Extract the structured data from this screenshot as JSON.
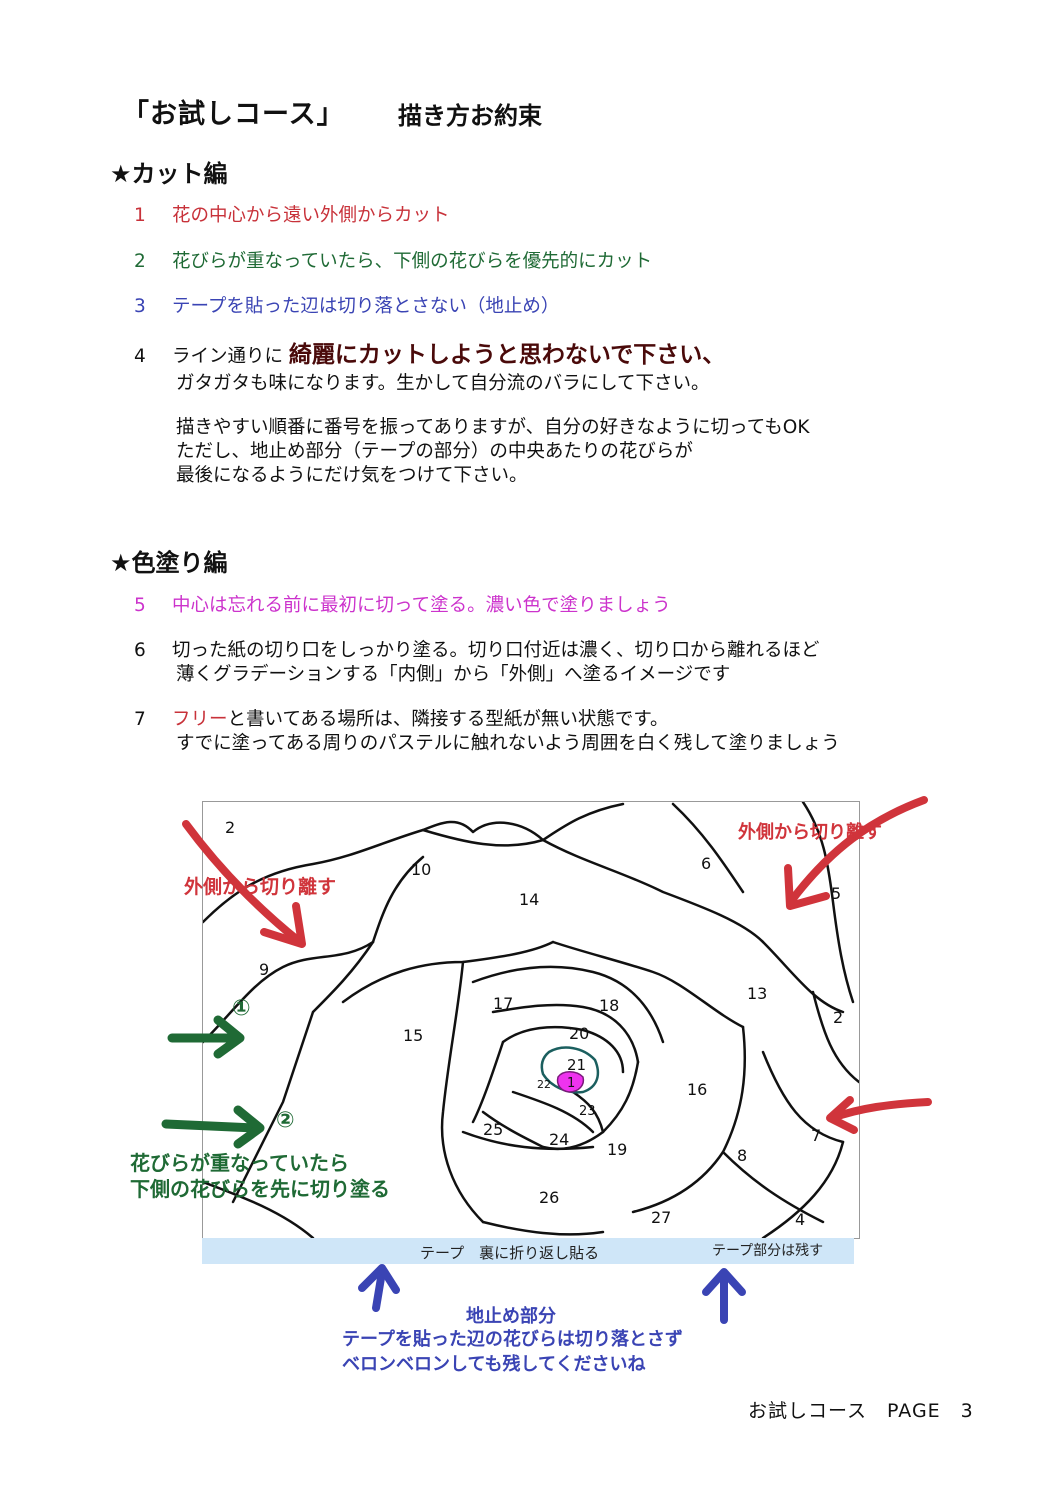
{
  "header": {
    "title": "「お試しコース」",
    "subtitle": "描き方お約束"
  },
  "cut": {
    "heading": "★カット編",
    "items": [
      {
        "num": "1",
        "text": "花の中心から遠い外側からカット"
      },
      {
        "num": "2",
        "text": "花びらが重なっていたら、下側の花びらを優先的にカット"
      },
      {
        "num": "3",
        "text": "テープを貼った辺は切り落とさない（地止め）"
      }
    ],
    "item4": {
      "num": "4",
      "lead": "ライン通りに",
      "emphasis": "綺麗にカットしようと思わないで下さい、",
      "lines": [
        "ガタガタも味になります。生かして自分流のバラにして下さい。",
        "描きやすい順番に番号を振ってありますが、自分の好きなように切ってもOK",
        "ただし、地止め部分（テープの部分）の中央あたりの花びらが",
        "最後になるようにだけ気をつけて下さい。"
      ]
    }
  },
  "color": {
    "heading": "★色塗り編",
    "item5": {
      "num": "5",
      "text": "中心は忘れる前に最初に切って塗る。濃い色で塗りましょう"
    },
    "item6": {
      "num": "6",
      "line1": "切った紙の切り口をしっかり塗る。切り口付近は濃く、切り口から離れるほど",
      "line2": "薄くグラデーションする「内側」から「外側」へ塗るイメージです"
    },
    "item7": {
      "num": "7",
      "free": "フリー",
      "line1rest": "と書いてある場所は、隣接する型紙が無い状態です。",
      "line2": "すでに塗ってある周りのパステルに触れないよう周囲を白く残して塗りましょう"
    }
  },
  "diagram": {
    "petal_numbers": [
      "2",
      "10",
      "14",
      "6",
      "5",
      "9",
      "17",
      "18",
      "13",
      "15",
      "20",
      "21",
      "2",
      "1",
      "22",
      "23",
      "16",
      "25",
      "24",
      "19",
      "7",
      "8",
      "26",
      "27",
      "4"
    ],
    "circled_1": "①",
    "circled_2": "②",
    "annotations": {
      "outer_left": "外側から切り離す",
      "outer_right": "外側から切り離す",
      "overlap_line1": "花びらが重なっていたら",
      "overlap_line2": "下側の花びらを先に切り塗る",
      "ground_line1": "地止め部分",
      "ground_line2": "テープを貼った辺の花びらは切り落とさず",
      "ground_line3": "ベロンベロンしても残してくださいね"
    },
    "tape_label": "テープ　裏に折り返し貼る",
    "tape_remain": "テープ部分は残す",
    "colors": {
      "red": "#d0343b",
      "green": "#1f6a35",
      "blue": "#3a44b4",
      "center": "#ee33ee",
      "tape": "#cfe6f8"
    }
  },
  "footer": {
    "text": "お試しコース　PAGE　3"
  }
}
